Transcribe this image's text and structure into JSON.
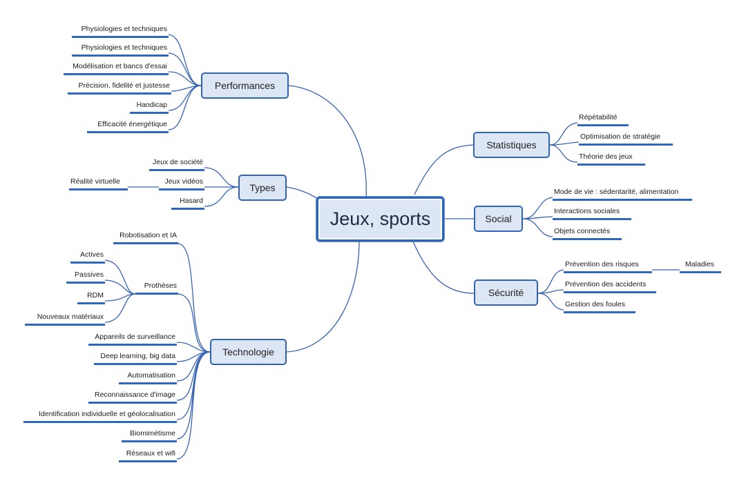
{
  "center": {
    "label": "Jeux, sports"
  },
  "branches": {
    "performances": {
      "label": "Performances",
      "items": [
        "Physiologies et techniques",
        "Physiologies et techniques",
        "Modélisation et bancs d'essai",
        "Précision, fidelité et justesse",
        "Handicap",
        "Efficacité énergétique"
      ]
    },
    "types": {
      "label": "Types",
      "items": [
        "Jeux de société",
        "Jeux vidéos",
        "Hasard"
      ],
      "sub_items": {
        "jeux_videos": [
          "Réalité virtuelle"
        ]
      }
    },
    "technologie": {
      "label": "Technologie",
      "items": [
        "Robotisation et IA",
        "Prothèses",
        "Appareils de surveillance",
        "Deep learning, big data",
        "Automatisation",
        "Reconnaissance d'image",
        "Identification individuelle et géolocalisation",
        "Biomimétisme",
        "Réseaux et wifi"
      ],
      "sub_items": {
        "protheses": [
          "Actives",
          "Passives",
          "RDM",
          "Nouveaux matériaux"
        ]
      }
    },
    "statistiques": {
      "label": "Statistiques",
      "items": [
        "Répétabilité",
        "Optimisation de stratégie",
        "Théorie des jeux"
      ]
    },
    "social": {
      "label": "Social",
      "items": [
        "Mode de vie : sédentarité, alimentation",
        "Interactions sociales",
        "Objets connectés"
      ]
    },
    "securite": {
      "label": "Sécurité",
      "items": [
        "Prévention des risques",
        "Prévention des accidents",
        "Gestion des foules"
      ],
      "sub_items": {
        "prevention_des_risques": [
          "Maladies"
        ]
      }
    }
  },
  "colors": {
    "line": "#2e64b7",
    "node_fill": "#dde6f4",
    "node_border": "#2e64b7"
  }
}
